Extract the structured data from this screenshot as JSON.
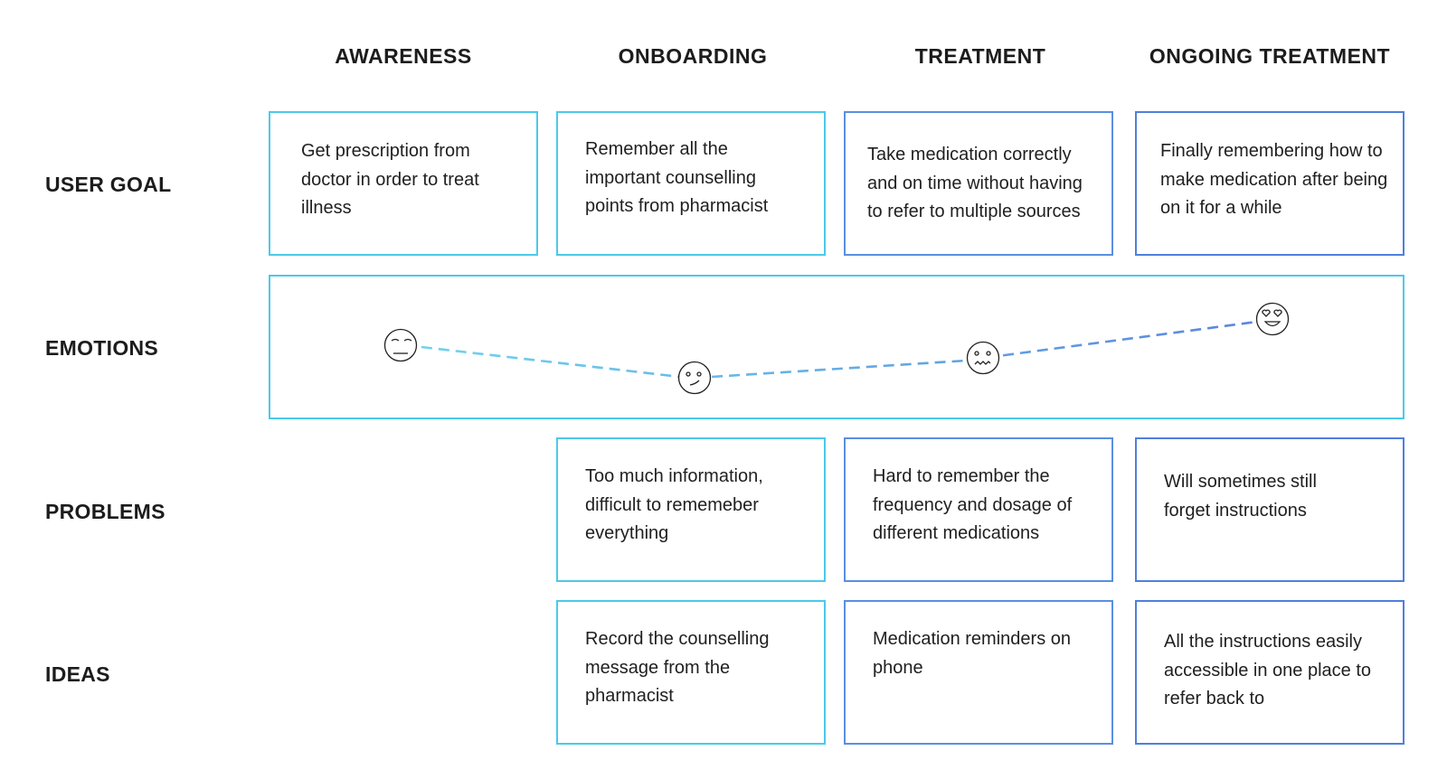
{
  "stages": [
    {
      "label": "AWARENESS"
    },
    {
      "label": "ONBOARDING"
    },
    {
      "label": "TREATMENT"
    },
    {
      "label": "ONGOING TREATMENT"
    }
  ],
  "rows": {
    "user_goal": "USER GOAL",
    "emotions": "EMOTIONS",
    "problems": "PROBLEMS",
    "ideas": "IDEAS"
  },
  "user_goals": [
    "Get prescription from doctor in order to treat illness",
    "Remember all the important counselling points from pharmacist",
    "Take medication correctly and on time without having to refer to multiple sources",
    "Finally remembering how to make medication after being on it for a while"
  ],
  "emotions": [
    {
      "stage": "AWARENESS",
      "face": "unamused-face-icon"
    },
    {
      "stage": "ONBOARDING",
      "face": "confused-face-icon"
    },
    {
      "stage": "TREATMENT",
      "face": "worried-face-icon"
    },
    {
      "stage": "ONGOING TREATMENT",
      "face": "heart-eyes-face-icon"
    }
  ],
  "problems": [
    "Too much information, difficult to rememeber everything",
    "Hard to remember the frequency and dosage of different medications",
    "Will sometimes still forget instructions"
  ],
  "ideas": [
    "Record the counselling message from the pharmacist",
    "Medication reminders on phone",
    "All the instructions easily accessible in one place to refer back to"
  ],
  "colors": {
    "stage_1": "#4cc9ea",
    "stage_2": "#4cc9ea",
    "stage_3": "#5a8fe0",
    "stage_4": "#4f7fdc",
    "emotion_line_start": "#6fd3ee",
    "emotion_line_end": "#5b86dd"
  }
}
